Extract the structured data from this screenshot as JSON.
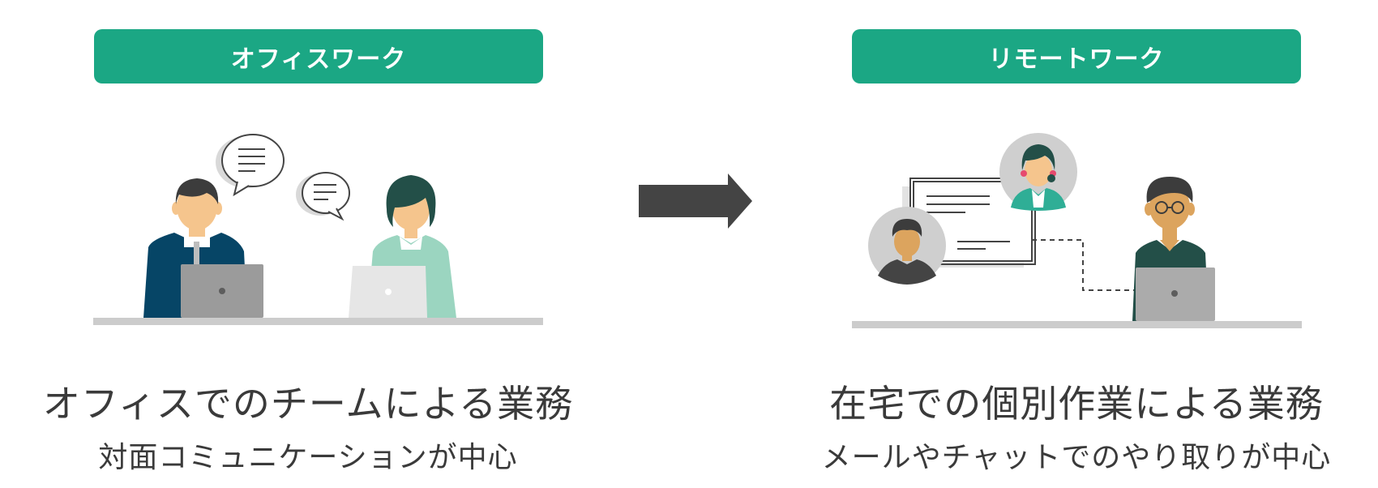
{
  "left": {
    "header": "オフィスワーク",
    "caption_main": "オフィスでのチームによる業務",
    "caption_sub": "対面コミュニケーションが中心"
  },
  "right": {
    "header": "リモートワーク",
    "caption_main": "在宅での個別作業による業務",
    "caption_sub": "メールやチャットでのやり取りが中心"
  },
  "icons": [
    "speech-bubble-icon",
    "laptop-icon",
    "arrow-right-icon",
    "chat-window-icon",
    "avatar-icon"
  ],
  "colors": {
    "accent": "#1ba784",
    "text": "#3a3a3a",
    "arrow": "#444444",
    "navy_suit": "#064566",
    "mint_shirt": "#9bd5c0",
    "dark_green": "#234f48",
    "skin": "#f5c58d",
    "skin_dark": "#dca45e",
    "laptop": "#9b9b9b",
    "desk": "#cccccc"
  }
}
